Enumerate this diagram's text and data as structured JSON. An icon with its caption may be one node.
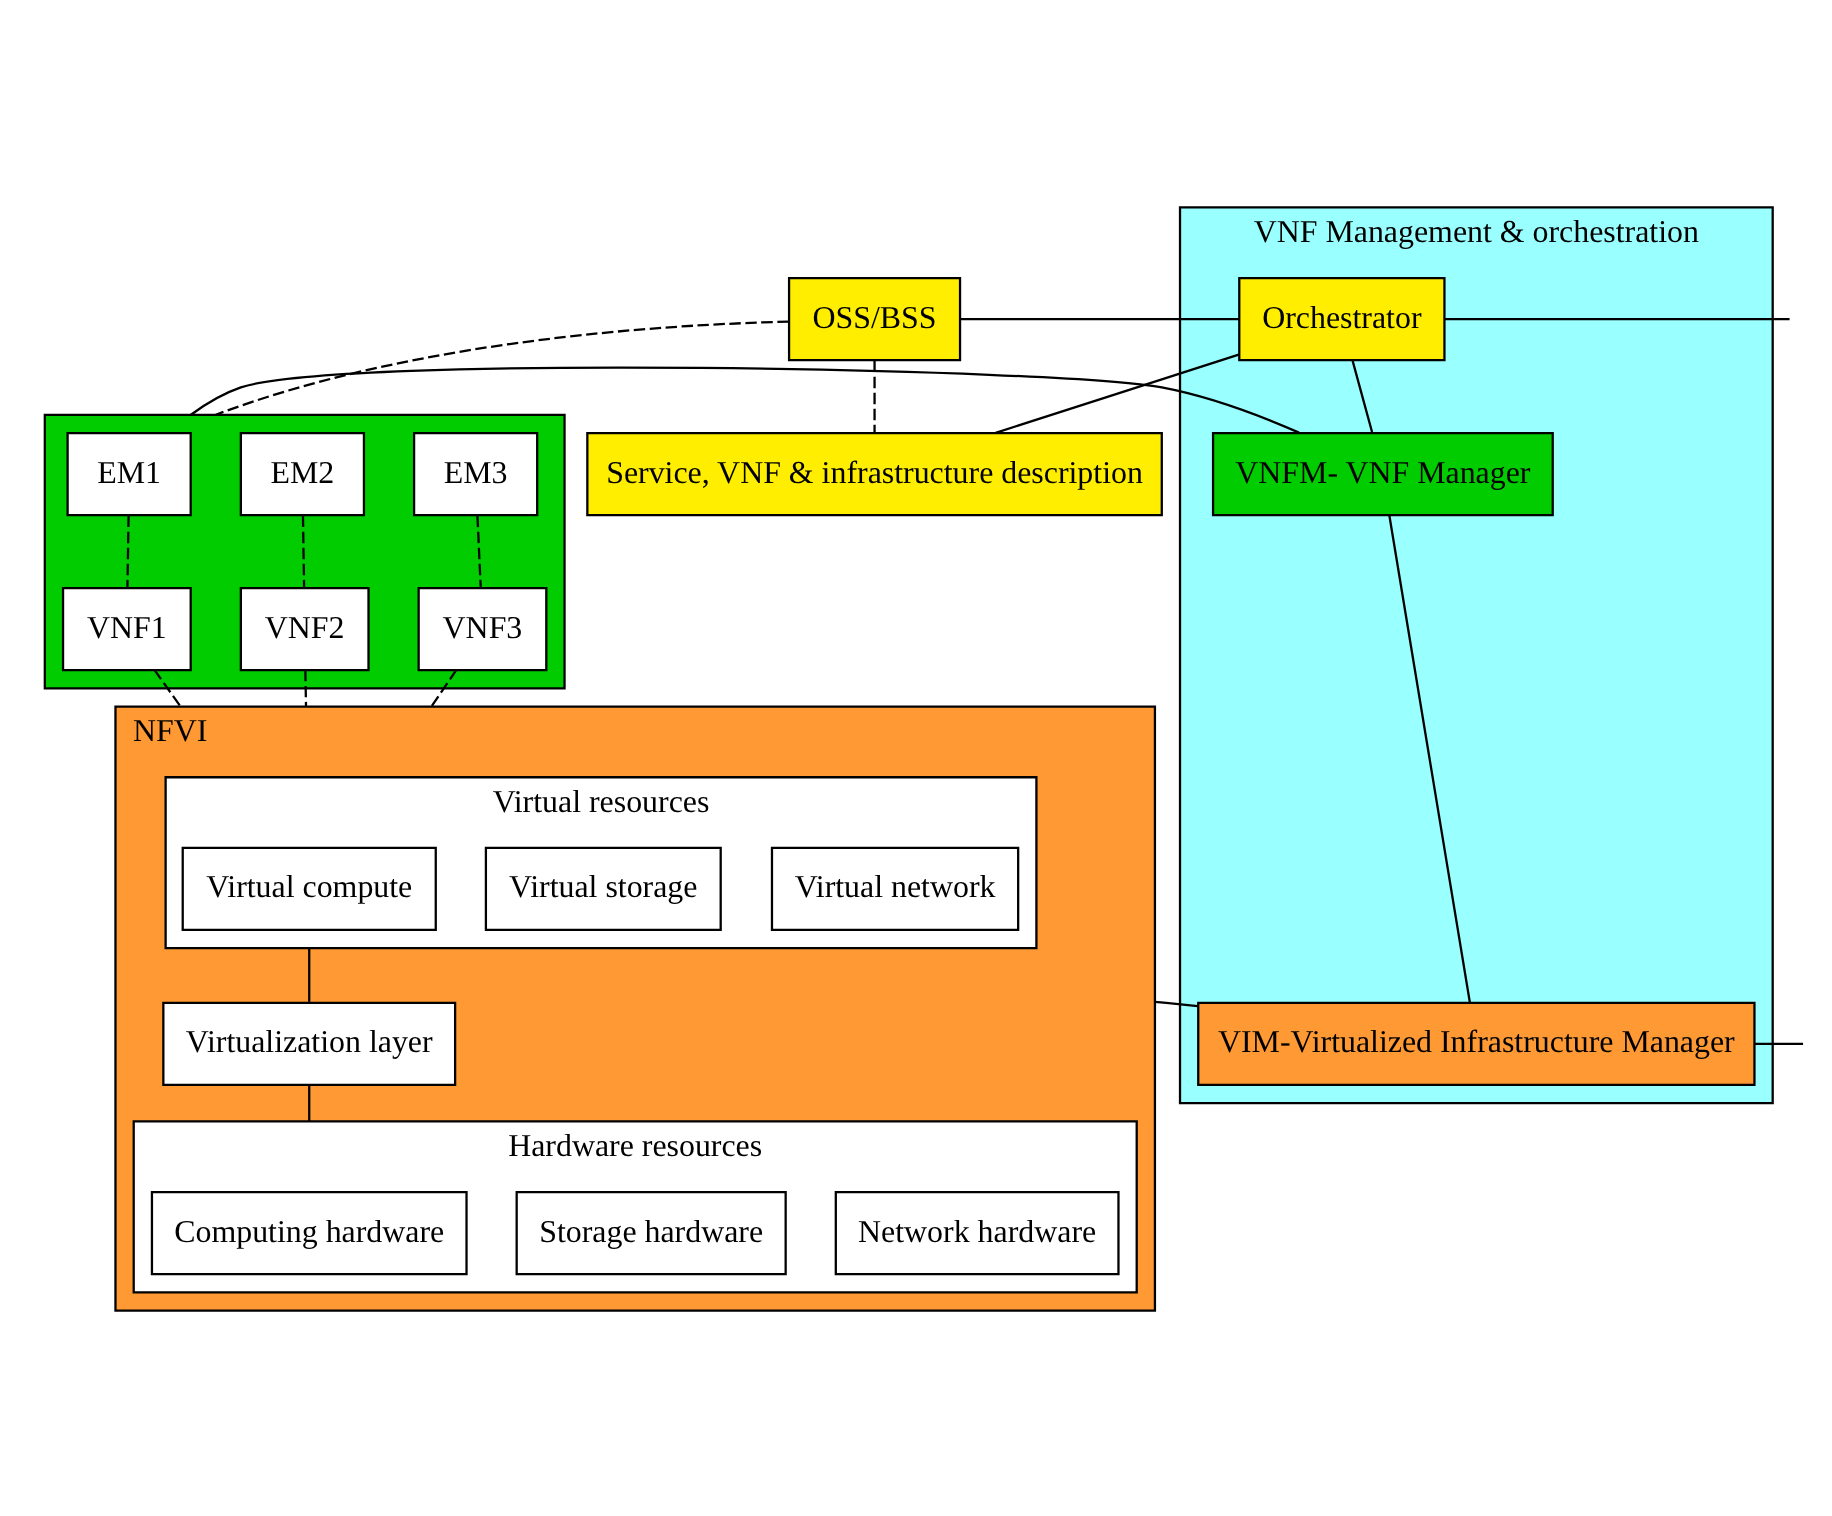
{
  "diagram": {
    "nodes": [
      {
        "text": [
          "OSS/BSS"
        ]
      },
      {
        "text": [
          "Service, VNF & infrastructure description"
        ]
      },
      {
        "text": [],
        "shape": "box"
      },
      {
        "text": [
          "EM1"
        ],
        "in": 2
      },
      {
        "text": [
          "EM2"
        ],
        "in": 2
      },
      {
        "text": [
          "EM3"
        ],
        "in": 2
      },
      {
        "text": [
          "VNF1"
        ],
        "in": 2
      },
      {
        "text": [
          "VNF2"
        ],
        "in": 2
      },
      {
        "text": [
          "VNF3"
        ],
        "in": 2
      },
      {
        "text": [],
        "shape": "box",
        "beside": [
          "NFVI"
        ]
      },
      {
        "text": [
          "Virtual resources"
        ],
        "in": 9
      },
      {
        "text": [
          "Virtual compute"
        ],
        "in": 10
      },
      {
        "text": [
          "Virtual storage"
        ],
        "in": 10
      },
      {
        "text": [
          "Virtual network"
        ],
        "in": 10
      },
      {
        "text": [
          "Virtualization layer"
        ],
        "in": 9
      },
      {
        "text": [
          "Hardware resources"
        ],
        "in": 9
      },
      {
        "text": [
          "Computing hardware"
        ],
        "in": 15
      },
      {
        "text": [
          "Storage hardware"
        ],
        "in": 15
      },
      {
        "text": [
          "Network hardware"
        ],
        "in": 15
      },
      {
        "text": [
          "VNF Management & orchestration"
        ]
      },
      {
        "text": [
          "Orchestrator"
        ],
        "in": 19
      },
      {
        "text": [
          "VNFM- VNF Manager"
        ],
        "in": 19
      },
      {
        "text": [
          "VIM-Virtualized Infrastructure Manager"
        ],
        "in": 19
      }
    ],
    "edges": [
      {
        "from": 0,
        "to": 20,
        "arrow": "none"
      },
      {
        "from": 1,
        "to": 20,
        "arrow": "none"
      },
      {
        "from": 0,
        "to": 1,
        "arrow": "none",
        "style": "dashed"
      },
      {
        "from": 0,
        "to": 2,
        "arrow": "none",
        "style": "dashed"
      },
      {
        "from": 3,
        "to": 6,
        "arrow": "none",
        "style": "dashed"
      },
      {
        "from": 4,
        "to": 7,
        "arrow": "none",
        "style": "dashed"
      },
      {
        "from": 5,
        "to": 8,
        "arrow": "none",
        "style": "dashed"
      },
      {
        "from": 6,
        "to": 9,
        "arrow": "none",
        "style": "dashed"
      },
      {
        "from": 7,
        "to": 9,
        "arrow": "none",
        "style": "dashed"
      },
      {
        "from": 8,
        "to": 9,
        "arrow": "none",
        "style": "dashed"
      },
      {
        "from": 2,
        "to": 21,
        "arrow": "none"
      },
      {
        "from": 9,
        "to": 22,
        "arrow": "none"
      },
      {
        "from": 20,
        "to": 21,
        "arrow": "none"
      },
      {
        "from": 21,
        "to": 22,
        "arrow": "none"
      },
      {
        "from": 10,
        "to": 14,
        "arrow": "none"
      },
      {
        "from": 14,
        "to": 15,
        "arrow": "none"
      },
      {
        "from": 20,
        "to": null,
        "arrow": "none"
      },
      {
        "from": 22,
        "to": null,
        "arrow": "none"
      }
    ]
  }
}
